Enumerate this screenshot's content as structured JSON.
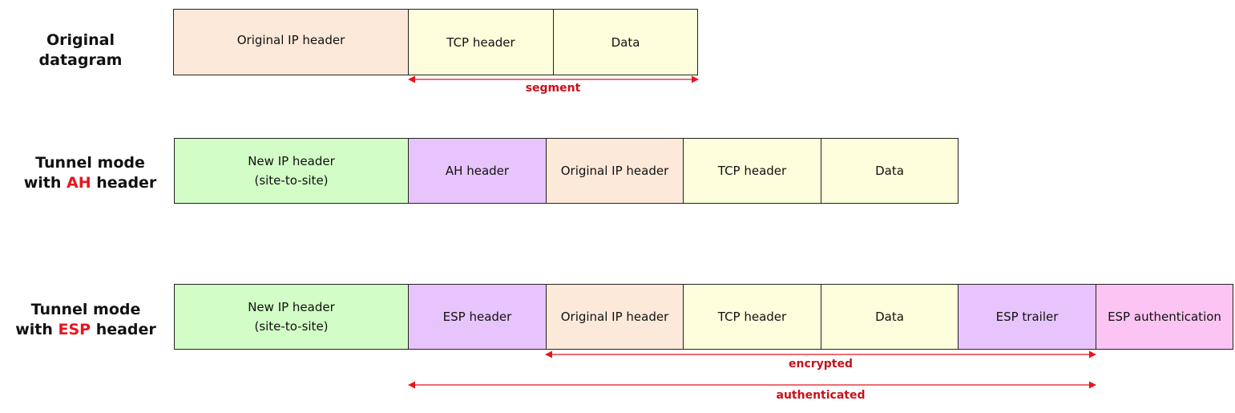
{
  "rows": [
    {
      "label_lines": [
        {
          "text": "Original datagram"
        }
      ],
      "cells": [
        {
          "lines": [
            "Original IP header"
          ]
        },
        {
          "lines": [
            "TCP header"
          ]
        },
        {
          "lines": [
            "Data"
          ]
        }
      ]
    },
    {
      "label_lines": [
        {
          "text": "Tunnel mode"
        },
        {
          "prefix": "with ",
          "highlight": "AH",
          "suffix": " header"
        }
      ],
      "cells": [
        {
          "lines": [
            "New IP header",
            "(site-to-site)"
          ]
        },
        {
          "lines": [
            "AH header"
          ]
        },
        {
          "lines": [
            "Original IP header"
          ]
        },
        {
          "lines": [
            "TCP header"
          ]
        },
        {
          "lines": [
            "Data"
          ]
        }
      ]
    },
    {
      "label_lines": [
        {
          "text": "Tunnel mode"
        },
        {
          "prefix": "with ",
          "highlight": "ESP",
          "suffix": " header"
        }
      ],
      "cells": [
        {
          "lines": [
            "New IP header",
            "(site-to-site)"
          ]
        },
        {
          "lines": [
            "ESP header"
          ]
        },
        {
          "lines": [
            "Original IP header"
          ]
        },
        {
          "lines": [
            "TCP header"
          ]
        },
        {
          "lines": [
            "Data"
          ]
        },
        {
          "lines": [
            "ESP trailer"
          ]
        },
        {
          "lines": [
            "ESP authentication"
          ]
        }
      ]
    }
  ],
  "spans": [
    {
      "label": "segment"
    },
    {
      "label": "encrypted"
    },
    {
      "label": "authenticated"
    }
  ],
  "colors": {
    "original_ip": "#fde9d9",
    "tcp_data": "#fdfedb",
    "new_ip": "#d2fdc6",
    "ah_esp": "#e8c4fd",
    "esp_auth": "#fcc4f3",
    "arrow": "#e8141c",
    "highlight": "#e8141c"
  }
}
